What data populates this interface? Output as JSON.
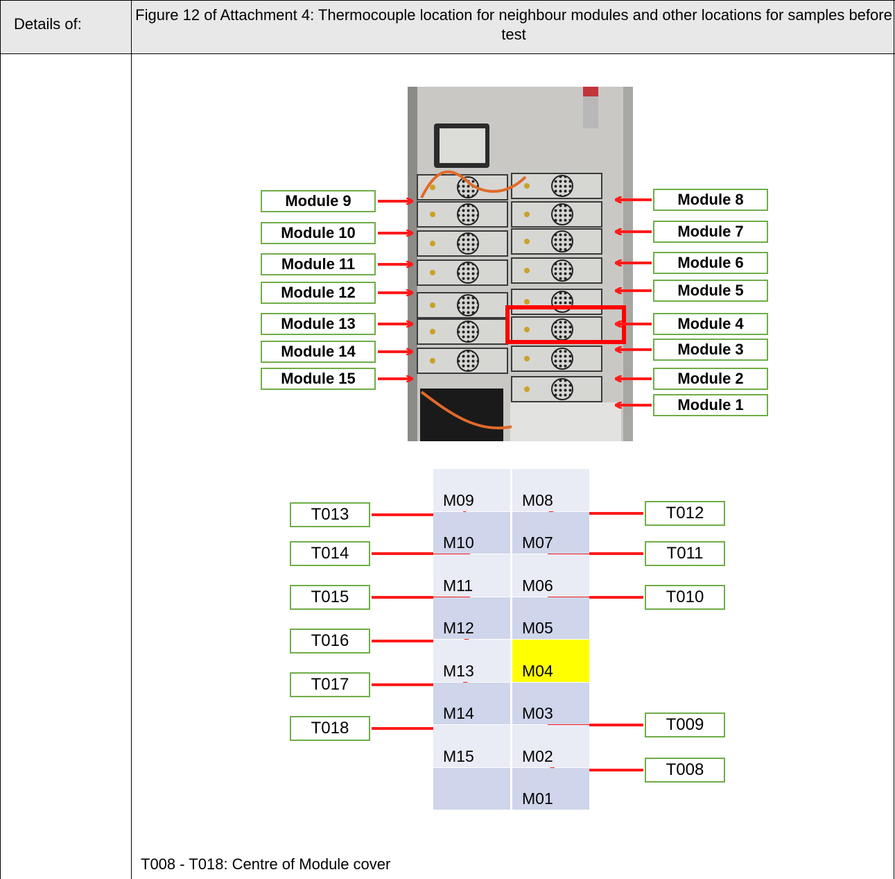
{
  "header": {
    "label": "Details of:",
    "title": "Figure 12 of Attachment 4: Thermocouple location for neighbour modules and other locations for samples before test"
  },
  "photo": {
    "left_tags": [
      "Module 9",
      "Module 10",
      "Module 11",
      "Module 12",
      "Module 13",
      "Module 14",
      "Module 15"
    ],
    "right_tags": [
      "Module 8",
      "Module 7",
      "Module 6",
      "Module 5",
      "Module 4",
      "Module 3",
      "Module 2",
      "Module 1"
    ],
    "highlighted_module": "Module 4",
    "colors": {
      "arrow": "#ff1a1a",
      "tag_border": "#6fad47",
      "highlight_box": "#ff0000"
    }
  },
  "diagram": {
    "left_column": [
      "M09",
      "M10",
      "M11",
      "M12",
      "M13",
      "M14",
      "M15",
      ""
    ],
    "right_column": [
      "M08",
      "M07",
      "M06",
      "M05",
      "M04",
      "M03",
      "M02",
      "M01"
    ],
    "highlighted_cell": "M04",
    "left_thermocouples": [
      "T013",
      "T014",
      "T015",
      "T016",
      "T017",
      "T018"
    ],
    "right_thermocouples": [
      "T012",
      "T011",
      "T010",
      "T009",
      "T008"
    ],
    "colors": {
      "row_light": "#e9ebf5",
      "row_dark": "#cfd5ea",
      "highlight": "#ffff00"
    }
  },
  "footnote": "T008 - T018: Centre of Module cover"
}
